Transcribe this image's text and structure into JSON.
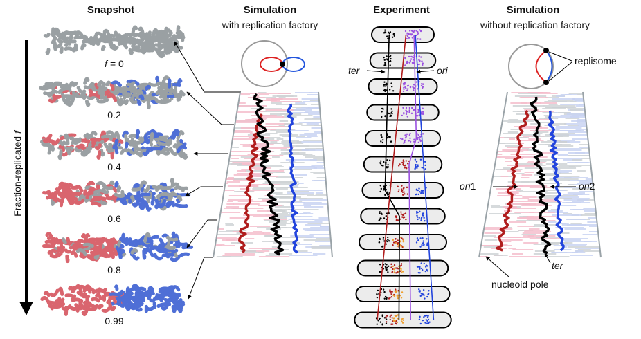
{
  "headers": {
    "snapshot": "Snapshot",
    "sim_with_title": "Simulation",
    "sim_with_sub": "with replication factory",
    "experiment": "Experiment",
    "sim_without_title": "Simulation",
    "sim_without_sub": "without replication factory"
  },
  "axis": {
    "label_prefix": "Fraction-replicated ",
    "label_var": "f"
  },
  "snapshots": [
    {
      "label_var": "f",
      "label_rest": " = 0",
      "replicated_fraction": 0
    },
    {
      "label": "0.2",
      "replicated_fraction": 0.2
    },
    {
      "label": "0.4",
      "replicated_fraction": 0.4
    },
    {
      "label": "0.6",
      "replicated_fraction": 0.6
    },
    {
      "label": "0.8",
      "replicated_fraction": 0.8
    },
    {
      "label": "0.99",
      "replicated_fraction": 0.99
    }
  ],
  "experiment_labels": {
    "ter": "ter",
    "ori": "ori"
  },
  "sim_without_labels": {
    "replisome": "replisome",
    "ori1_prefix": "ori",
    "ori1_num": "1",
    "ori2_prefix": "ori",
    "ori2_num": "2",
    "ter": "ter",
    "nucleoid_pole": "nucleoid pole"
  },
  "experiment_cells_count": 12,
  "colors": {
    "gray_chain": "#9aa0a3",
    "red_chain": "#d9656e",
    "blue_chain": "#4f6fd6",
    "track_red": "#b01d1d",
    "track_blue": "#2244dd",
    "track_black": "#000000",
    "ori_purple": "#9b51e0",
    "ori_orange": "#f0a030",
    "light_pink": "#f4b6c6",
    "light_blue": "#c2cdf0"
  }
}
